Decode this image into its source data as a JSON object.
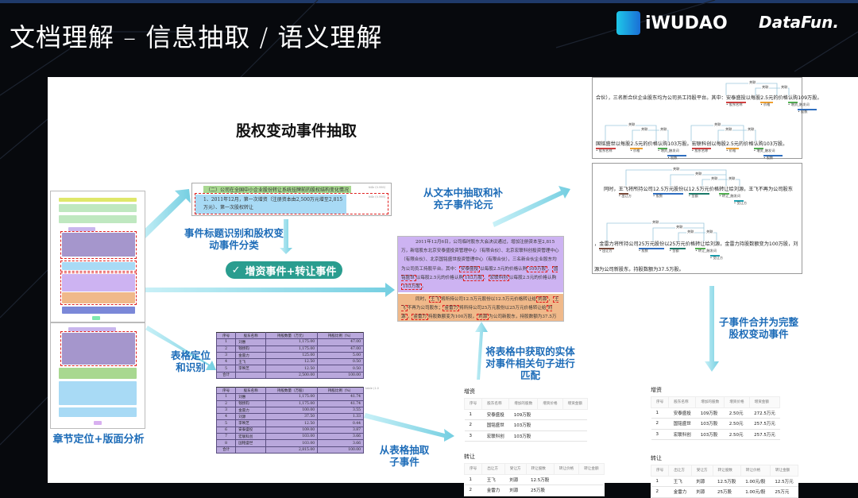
{
  "header": {
    "title": "文档理解 – 信息抽取 / 语义理解",
    "logo_iwudao": "iWUDAO",
    "logo_datafun": "DataFun."
  },
  "heading": "股权变动事件抽取",
  "labels": {
    "layout": "章节定位+版面分析",
    "title_cls": "事件标题识别和股权变动事件分类",
    "table_loc": "表格定位和识别",
    "table_extract": "从表格抽取子事件",
    "text_extract": "从文本中抽取和补充子事件论元",
    "match": "将表格中获取的实体对事件相关句子进行匹配",
    "merge": "子事件合并为完整股权变动事件"
  },
  "event_pill": {
    "icon": "check-icon",
    "text": "增资事件+转让事件"
  },
  "snippet": {
    "section": "（二）公司在全国中小企业股份转让系统挂牌前的股权结构变化情况",
    "event_title": "1、2011年12月，第一次增资（注册资本由2,500万元增至2,815万元）、第一次股权转让",
    "score1": "title (0.998)",
    "score2": "title (0.998)"
  },
  "doc_text": {
    "p1": [
      {
        "t": "2011年12月6日，公司临时股东大会决议通过，增加注册资本至2,815万，新增股东北京安泰盛投资管理中心（有限合伙）、北京宏联科创投资管理中心（有限合伙）、北京国铭盛世投资管理中心（有限合伙），三名新合伙企业股东均为公司员工持股平台。其中："
      },
      {
        "t": "安泰盛投",
        "hl": true
      },
      {
        "t": "以每股2.5元的价格认购"
      },
      {
        "t": "109万股",
        "hl": true
      },
      {
        "t": "、"
      },
      {
        "t": "国铭盛世",
        "hl": true
      },
      {
        "t": "以每股2.5元的价格认购"
      },
      {
        "t": "103万股",
        "hl": true
      },
      {
        "t": "、"
      },
      {
        "t": "宏联科创",
        "hl": true
      },
      {
        "t": "以每股2.5元的价格认购"
      },
      {
        "t": "103万股",
        "hl": true
      },
      {
        "t": "。"
      }
    ],
    "p2": [
      {
        "t": "同时，"
      },
      {
        "t": "王飞",
        "hl": true
      },
      {
        "t": "将所持公司12.5万元股份以12.5万元价格转让给"
      },
      {
        "t": "刘源",
        "hl": true
      },
      {
        "t": "，"
      },
      {
        "t": "王飞",
        "hl": true
      },
      {
        "t": "不再为公司股东；"
      },
      {
        "t": "金雷力",
        "hl": true
      },
      {
        "t": "将所持公司25万元股份以25万元价格转让给"
      },
      {
        "t": "刘源",
        "hl": true
      },
      {
        "t": "，"
      },
      {
        "t": "金雷力",
        "hl": true
      },
      {
        "t": "持股数额变为100万股，"
      },
      {
        "t": "刘源",
        "hl": true
      },
      {
        "t": "为公司新股东，持股数额为37.5万股。"
      }
    ]
  },
  "purple_tables": [
    {
      "header": [
        "序号",
        "股东名称",
        "持股数量（万元）",
        "持股比例（%）"
      ],
      "rows": [
        [
          "1",
          "刘惠",
          "1,175.00",
          "47.00"
        ],
        [
          "2",
          "钱扬钧",
          "1,175.00",
          "47.00"
        ],
        [
          "3",
          "金雷力",
          "125.00",
          "5.00"
        ],
        [
          "4",
          "王飞",
          "12.50",
          "0.50"
        ],
        [
          "5",
          "李映芝",
          "12.50",
          "0.50"
        ],
        [
          "合计",
          "",
          "2,500.00",
          "100.00"
        ]
      ]
    },
    {
      "header": [
        "序号",
        "股东名称",
        "持股数量（万股）",
        "持股比例（%）"
      ],
      "rows": [
        [
          "1",
          "刘惠",
          "1,175.00",
          "41.74"
        ],
        [
          "2",
          "钱扬钧",
          "1,175.00",
          "41.74"
        ],
        [
          "3",
          "金雷力",
          "100.00",
          "3.55"
        ],
        [
          "4",
          "刘源",
          "37.50",
          "1.33"
        ],
        [
          "5",
          "李映芝",
          "12.50",
          "0.44"
        ],
        [
          "6",
          "安泰盛投",
          "109.00",
          "3.87"
        ],
        [
          "7",
          "宏联科创",
          "103.00",
          "3.66"
        ],
        [
          "8",
          "国铭盛世",
          "103.00",
          "3.66"
        ],
        [
          "合计",
          "",
          "2,815.00",
          "100.00"
        ]
      ],
      "side_note": "table (1.0"
    }
  ],
  "table_subevents": {
    "zengzi": {
      "title": "增资",
      "header": [
        "序号",
        "股东名称",
        "增加的股数",
        "增资价格",
        "增资金额"
      ],
      "rows": [
        [
          "1",
          "安泰盛投",
          "109万股",
          "",
          ""
        ],
        [
          "2",
          "国铭盛世",
          "103万股",
          "",
          ""
        ],
        [
          "3",
          "宏联科创",
          "103万股",
          "",
          ""
        ]
      ]
    },
    "zhuanrang": {
      "title": "转让",
      "header": [
        "序号",
        "出让方",
        "受让方",
        "转让股数",
        "转让价格",
        "转让金额"
      ],
      "rows": [
        [
          "1",
          "王飞",
          "刘源",
          "12.5万股",
          "",
          ""
        ],
        [
          "2",
          "金雷力",
          "刘源",
          "25万股",
          "",
          ""
        ]
      ]
    }
  },
  "merged_events": {
    "zengzi": {
      "title": "增资",
      "header": [
        "序号",
        "股东名称",
        "增加的股数",
        "增资价格",
        "增资金额"
      ],
      "rows": [
        [
          "1",
          "安泰盛投",
          "109万股",
          "2.50元",
          "272.5万元"
        ],
        [
          "2",
          "国铭盛世",
          "103万股",
          "2.50元",
          "257.5万元"
        ],
        [
          "3",
          "宏联科创",
          "103万股",
          "2.50元",
          "257.5万元"
        ]
      ]
    },
    "zhuanrang": {
      "title": "转让",
      "header": [
        "序号",
        "出让方",
        "受让方",
        "转让股数",
        "转让价格",
        "转让金额"
      ],
      "rows": [
        [
          "1",
          "王飞",
          "刘源",
          "12.5万股",
          "1.00元/股",
          "12.5万元"
        ],
        [
          "2",
          "金雷力",
          "刘源",
          "25万股",
          "1.00元/股",
          "25万元"
        ]
      ]
    }
  },
  "annotations": {
    "relation_label": "关联",
    "sentences": [
      [
        {
          "t": "合伙），三名新合伙企业股东均为公司员工持股平台。其中："
        },
        {
          "t": "安泰盛投",
          "tag": "股东名称",
          "c": "#d04040"
        },
        {
          "t": "以每股"
        },
        {
          "t": "2.5元",
          "tag": "价格",
          "c": "#f0a030"
        },
        {
          "t": "的价格"
        },
        {
          "t": "认购",
          "tag": "增资_触发词",
          "c": "#50b050"
        },
        {
          "t": "109万股",
          "tag": "股数",
          "c": "#2f6fc0"
        },
        {
          "t": "。"
        }
      ],
      [
        {
          "t": "国铭盛世",
          "tag": "股东名称",
          "c": "#d04040"
        },
        {
          "t": "以每股"
        },
        {
          "t": "2.5元",
          "tag": "价格",
          "c": "#f0a030"
        },
        {
          "t": "的价格"
        },
        {
          "t": "认购",
          "tag": "增资_触发词",
          "c": "#50b050"
        },
        {
          "t": "103万股",
          "tag": "股数",
          "c": "#2f6fc0"
        },
        {
          "t": "。"
        },
        {
          "t": "宏联科创",
          "tag": "股东名称",
          "c": "#d04040"
        },
        {
          "t": "以每股"
        },
        {
          "t": "2.5元",
          "tag": "价格",
          "c": "#f0a030"
        },
        {
          "t": "的价格"
        },
        {
          "t": "认购",
          "tag": "增资_触发词",
          "c": "#50b050"
        },
        {
          "t": "103万股",
          "tag": "股数",
          "c": "#2f6fc0"
        },
        {
          "t": "。"
        }
      ],
      [
        {
          "t": "同时，"
        },
        {
          "t": "王飞",
          "tag": "出让方",
          "c": "#7a4a3a"
        },
        {
          "t": "将所持公司"
        },
        {
          "t": "12.5万元股份",
          "tag": "股数",
          "c": "#2f6fc0"
        },
        {
          "t": "以"
        },
        {
          "t": "12.5万元",
          "tag": "金额",
          "c": "#1a7a6a"
        },
        {
          "t": "价格"
        },
        {
          "t": "转让",
          "tag": "转让_触发词",
          "c": "#50b050"
        },
        {
          "t": "给"
        },
        {
          "t": "刘源",
          "tag": "受让方",
          "c": "#1aa0b0"
        },
        {
          "t": "，王飞不再为公司股东"
        }
      ],
      [
        {
          "t": "，"
        },
        {
          "t": "金雷力",
          "tag": "出让方",
          "c": "#7a4a3a"
        },
        {
          "t": "将所持公司"
        },
        {
          "t": "25万元股份",
          "tag": "股数",
          "c": "#2f6fc0"
        },
        {
          "t": "以"
        },
        {
          "t": "25万元",
          "tag": "金额",
          "c": "#1a7a6a"
        },
        {
          "t": "价格"
        },
        {
          "t": "转让",
          "tag": "转让_触发词",
          "c": "#50b050"
        },
        {
          "t": "给"
        },
        {
          "t": "刘源",
          "tag": "受让方",
          "c": "#1aa0b0"
        },
        {
          "t": "，金雷力持股数额变为100万股，刘"
        }
      ],
      [
        {
          "t": "源为公司新股东，持股数额为37.5万股。"
        }
      ]
    ]
  }
}
